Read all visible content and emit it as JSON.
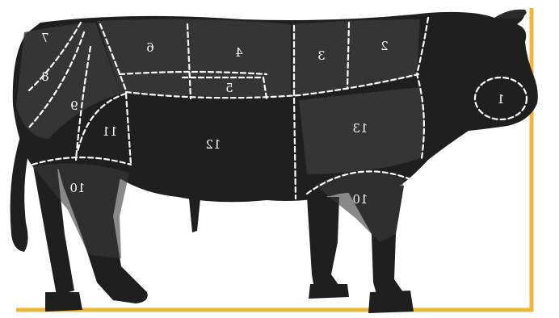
{
  "colors": {
    "frame": "#f0b53c",
    "body": "#1f1f1f",
    "body_shade": "#3a3a3a",
    "dashes": "#ffffff",
    "background": "#ffffff"
  },
  "cuts": [
    {
      "id": "1",
      "label": "1"
    },
    {
      "id": "2",
      "label": "2"
    },
    {
      "id": "3",
      "label": "3"
    },
    {
      "id": "4",
      "label": "4"
    },
    {
      "id": "5",
      "label": "5"
    },
    {
      "id": "6",
      "label": "6"
    },
    {
      "id": "7",
      "label": "7"
    },
    {
      "id": "8",
      "label": "8"
    },
    {
      "id": "9",
      "label": "9"
    },
    {
      "id": "10a",
      "label": "10"
    },
    {
      "id": "10b",
      "label": "10"
    },
    {
      "id": "11",
      "label": "11"
    },
    {
      "id": "12",
      "label": "12"
    },
    {
      "id": "13",
      "label": "13"
    }
  ]
}
